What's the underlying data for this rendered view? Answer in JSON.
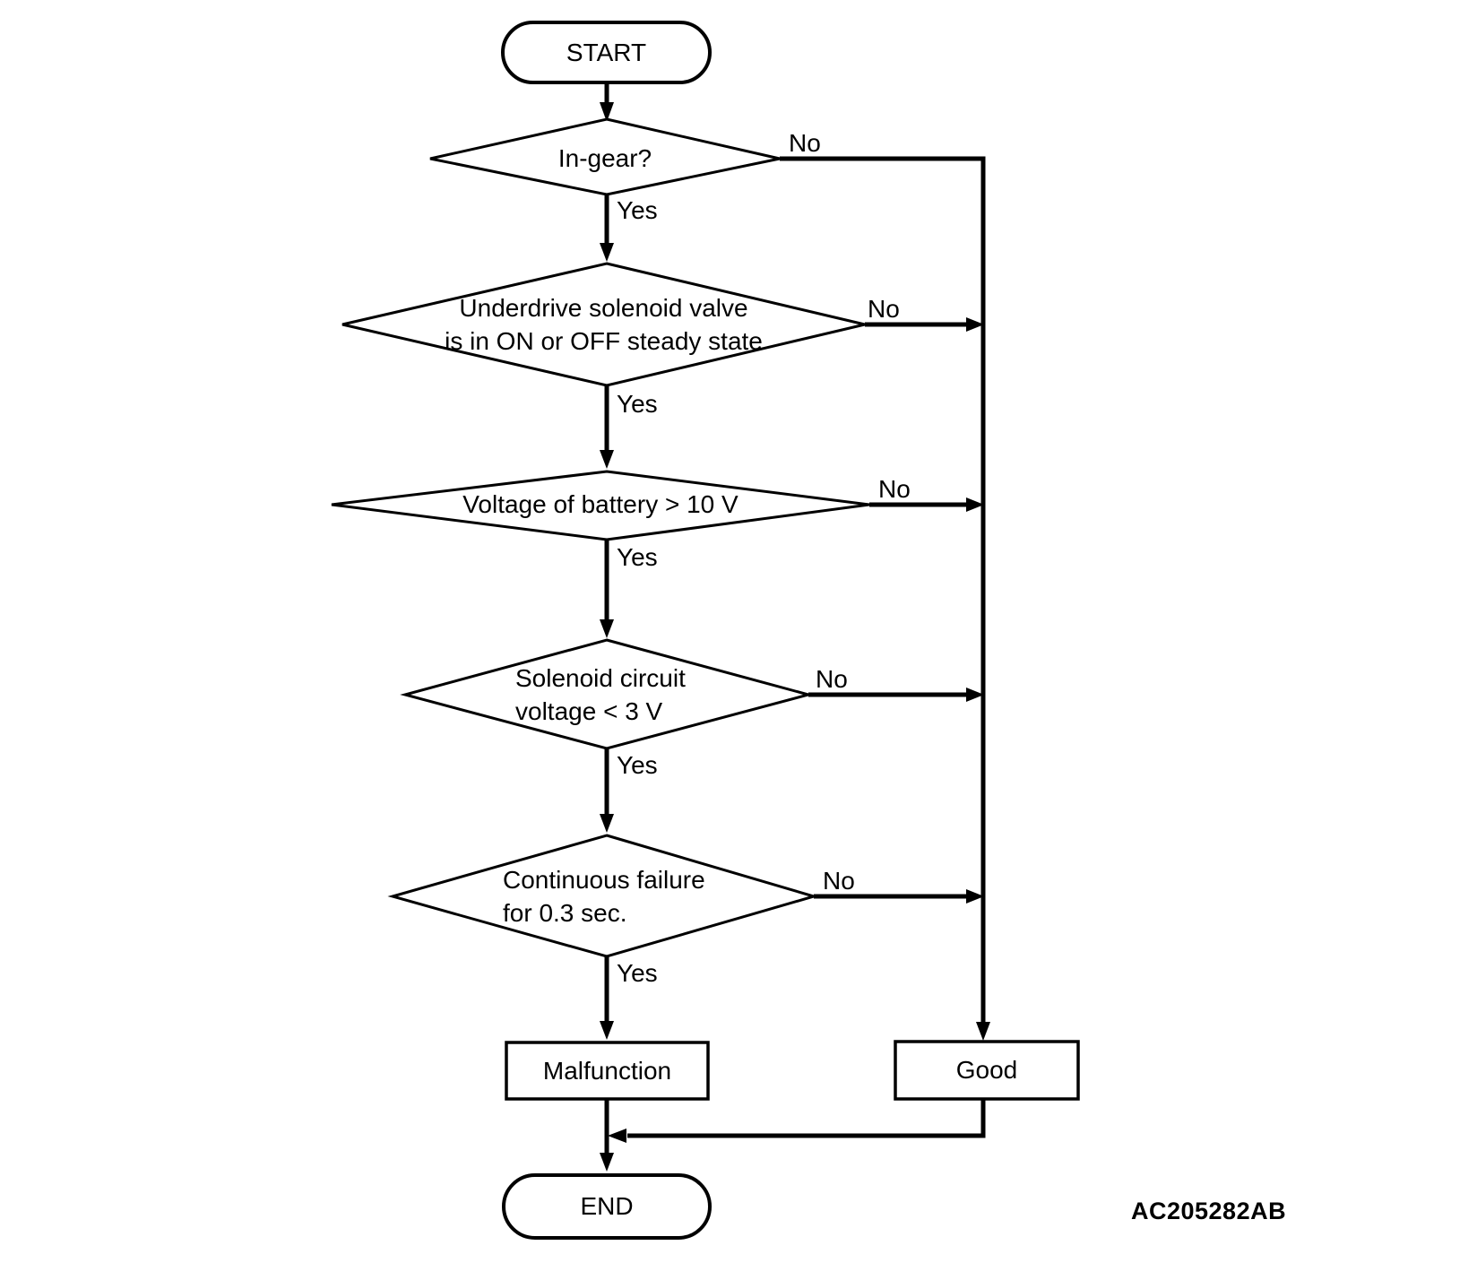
{
  "figure_code": "AC205282AB",
  "colors": {
    "stroke": "#000000",
    "background": "#ffffff",
    "text": "#000000"
  },
  "nodes": {
    "start": "START",
    "end": "END",
    "malfunction": "Malfunction",
    "good": "Good"
  },
  "decisions": [
    {
      "line1": "In-gear?",
      "yes": "Yes",
      "no": "No"
    },
    {
      "line1": "Underdrive solenoid valve",
      "line2": "is in ON or OFF steady state",
      "yes": "Yes",
      "no": "No"
    },
    {
      "line1": "Voltage of battery > 10 V",
      "yes": "Yes",
      "no": "No"
    },
    {
      "line1": "Solenoid circuit",
      "line2": "voltage < 3 V",
      "yes": "Yes",
      "no": "No"
    },
    {
      "line1": "Continuous failure",
      "line2": "for 0.3 sec.",
      "yes": "Yes",
      "no": "No"
    }
  ]
}
